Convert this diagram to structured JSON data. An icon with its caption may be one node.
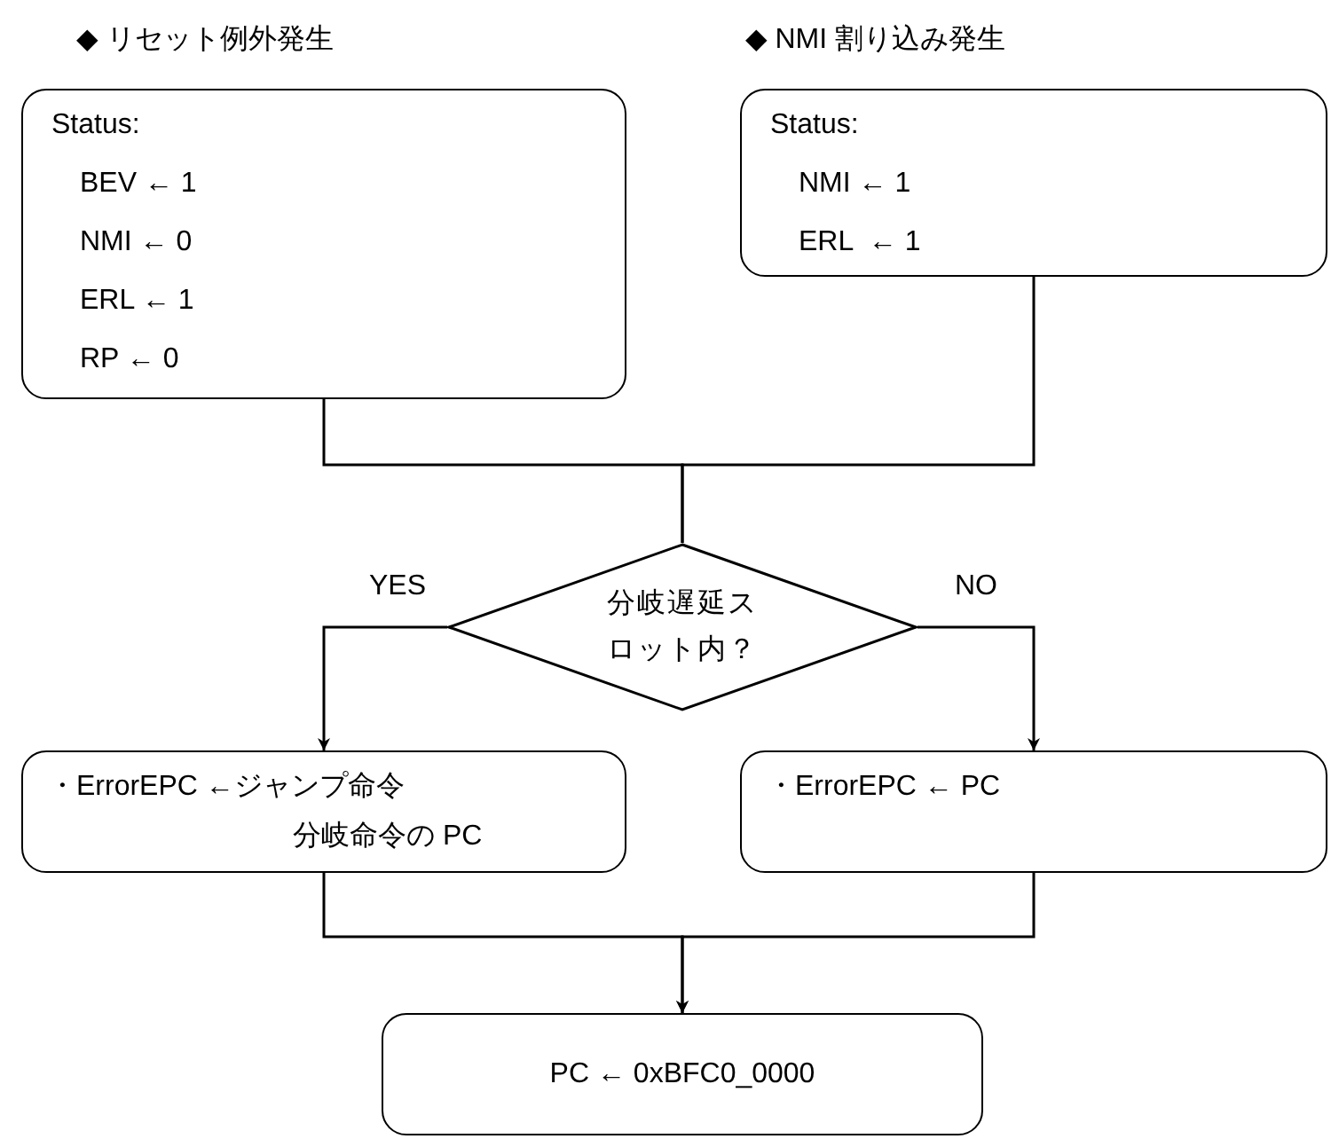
{
  "diagram": {
    "nodes": [
      {
        "text": [
          "◆ リセット例外発生",
          "Status:",
          "BEV ← 1",
          "NMI ← 0",
          "ERL ← 1",
          "RP ← 0"
        ]
      },
      {
        "text": [
          "◆ NMI 割り込み発生",
          "Status:",
          "NMI ← 1",
          "ERL  ← 1"
        ]
      },
      {
        "text": [
          "分岐遅延スロット内？"
        ]
      },
      {
        "text": [
          "・ErrorEPC ←ジャンプ命令",
          "分岐命令の PC"
        ]
      },
      {
        "text": [
          "・ErrorEPC ← PC"
        ]
      },
      {
        "text": [
          "PC ← 0xBFC0_0000"
        ]
      }
    ],
    "edges": [
      {
        "from": 0,
        "to": 2,
        "arrow": "none"
      },
      {
        "from": 1,
        "to": 2,
        "arrow": "none"
      },
      {
        "from": 2,
        "to": 3,
        "arrow": "to",
        "label": "YES"
      },
      {
        "from": 2,
        "to": 4,
        "arrow": "to",
        "label": "NO"
      },
      {
        "from": 3,
        "to": 5,
        "arrow": "to"
      },
      {
        "from": 4,
        "to": 5,
        "arrow": "to"
      }
    ]
  }
}
